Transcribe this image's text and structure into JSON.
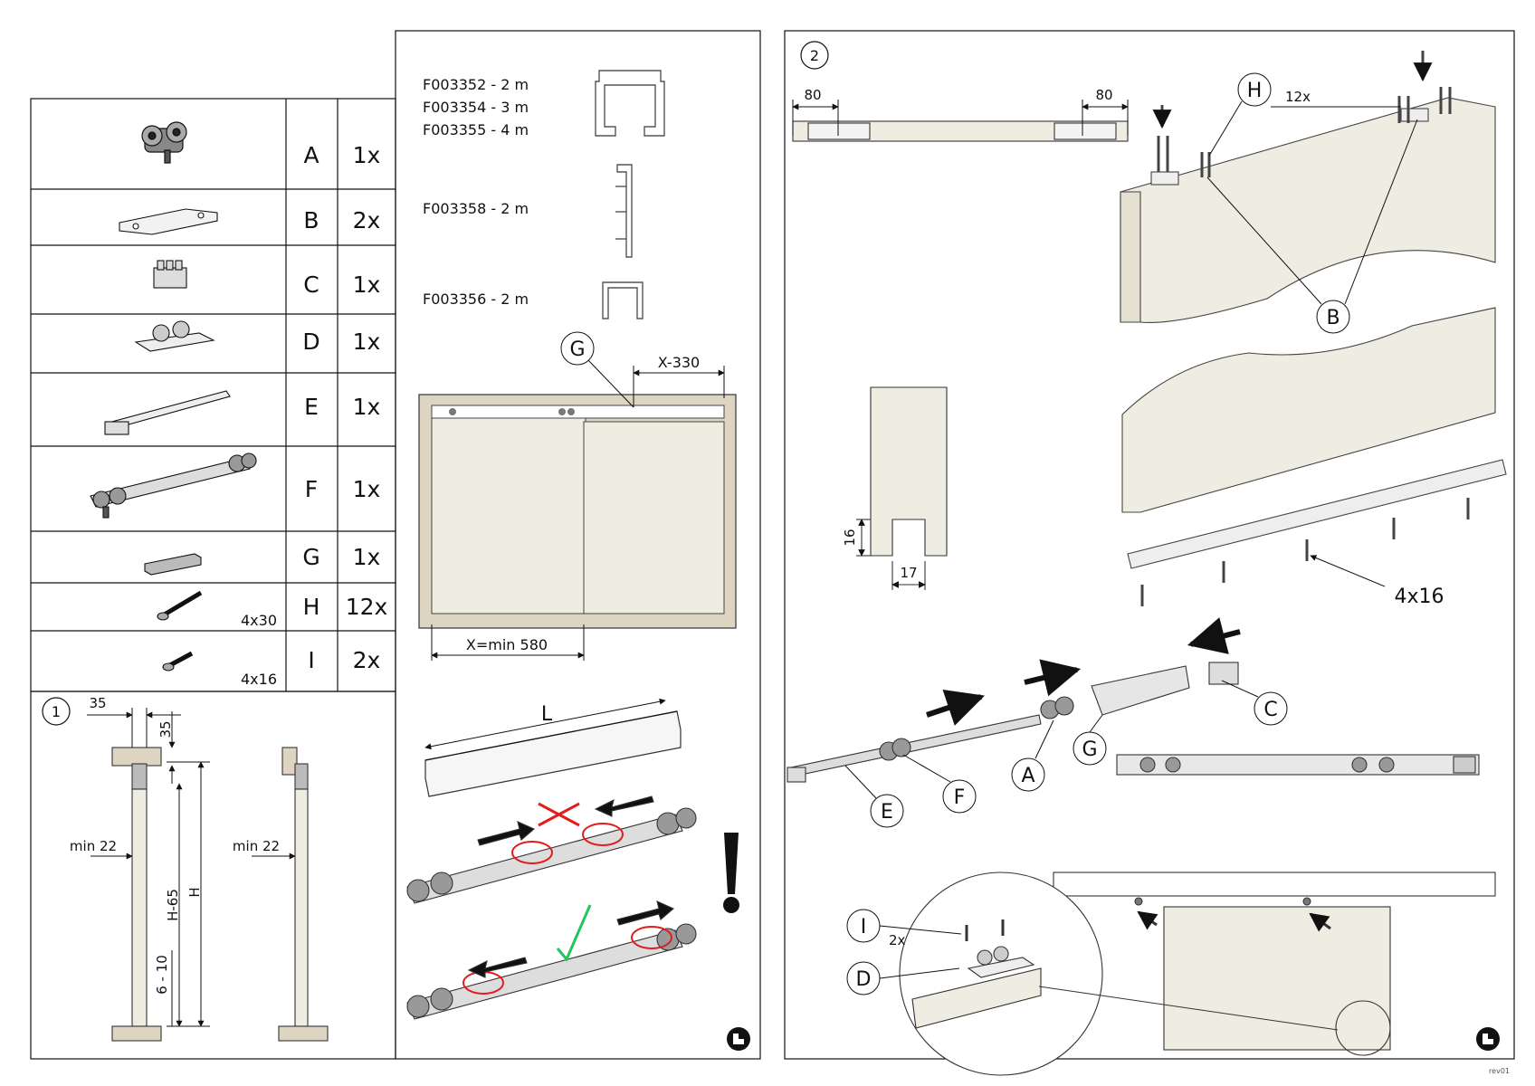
{
  "parts_table": {
    "rows": [
      {
        "letter": "A",
        "qty": "1x",
        "size": ""
      },
      {
        "letter": "B",
        "qty": "2x",
        "size": ""
      },
      {
        "letter": "C",
        "qty": "1x",
        "size": ""
      },
      {
        "letter": "D",
        "qty": "1x",
        "size": ""
      },
      {
        "letter": "E",
        "qty": "1x",
        "size": ""
      },
      {
        "letter": "F",
        "qty": "1x",
        "size": ""
      },
      {
        "letter": "G",
        "qty": "1x",
        "size": ""
      },
      {
        "letter": "H",
        "qty": "12x",
        "size": "4x30"
      },
      {
        "letter": "I",
        "qty": "2x",
        "size": "4x16"
      }
    ]
  },
  "profiles": {
    "track_codes": [
      "F003352 - 2 m",
      "F003354 - 3 m",
      "F003355 - 4 m"
    ],
    "cover_code": "F003358 - 2 m",
    "guide_code": "F003356 - 2 m"
  },
  "overview": {
    "g_label": "G",
    "x_offset": "X-330",
    "x_min": "X=min 580"
  },
  "step1": {
    "number": "1",
    "dim_35_horizontal": "35",
    "dim_35_vertical": "35",
    "min_gap_left": "min 22",
    "min_gap_right": "min 22",
    "height_minus": "H-65",
    "height": "H",
    "floor_gap": "6 - 10"
  },
  "roller_detail": {
    "length": "L"
  },
  "step2": {
    "number": "2",
    "edge_left": "80",
    "edge_right": "80",
    "screw_label": "H",
    "screw_count": "12x",
    "plate_label": "B",
    "groove_height": "16",
    "groove_width": "17",
    "guide_screw": "4x16",
    "callouts": [
      "C",
      "G",
      "A",
      "F",
      "E"
    ],
    "stopper_label": "I",
    "stopper_count": "2x",
    "floor_guide_label": "D"
  },
  "footer": {
    "revision": "rev01"
  },
  "colors": {
    "panel": "#efece1",
    "frame": "#ddd4c1",
    "line": "#1a1a1a",
    "error": "#e11d1d",
    "ok": "#22c55e"
  }
}
